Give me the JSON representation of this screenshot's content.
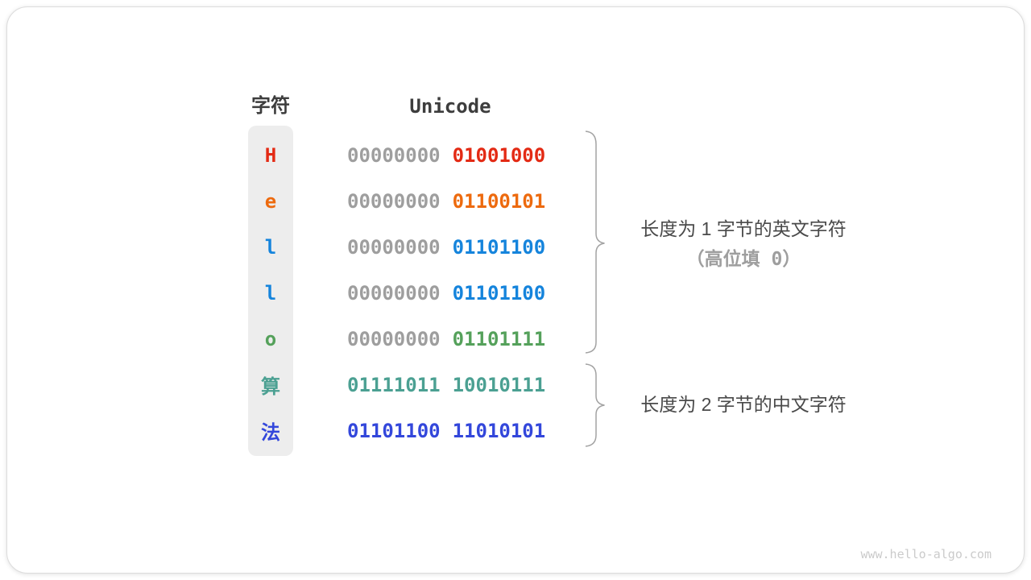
{
  "table": {
    "char_header": "字符",
    "code_header": "Unicode",
    "gray_color": "#9e9e9e",
    "rows": [
      {
        "char": "H",
        "color": "#e32a14",
        "high_byte": "00000000",
        "low_byte": "01001000",
        "high_byte_grayed": true
      },
      {
        "char": "e",
        "color": "#ed6a0e",
        "high_byte": "00000000",
        "low_byte": "01100101",
        "high_byte_grayed": true
      },
      {
        "char": "l",
        "color": "#1584dc",
        "high_byte": "00000000",
        "low_byte": "01101100",
        "high_byte_grayed": true
      },
      {
        "char": "l",
        "color": "#1584dc",
        "high_byte": "00000000",
        "low_byte": "01101100",
        "high_byte_grayed": true
      },
      {
        "char": "o",
        "color": "#55a15b",
        "high_byte": "00000000",
        "low_byte": "01101111",
        "high_byte_grayed": true
      },
      {
        "char": "算",
        "color": "#4ba092",
        "high_byte": "01111011",
        "low_byte": "10010111",
        "high_byte_grayed": false
      },
      {
        "char": "法",
        "color": "#3347db",
        "high_byte": "01101100",
        "low_byte": "11010101",
        "high_byte_grayed": false
      }
    ]
  },
  "annotations": {
    "group1_line1": "长度为 1 字节的英文字符",
    "group1_line2": "（高位填 0）",
    "group2_line1": "长度为 2 字节的中文字符",
    "brace_color": "#a3a3a3"
  },
  "watermark": "www.hello-algo.com"
}
